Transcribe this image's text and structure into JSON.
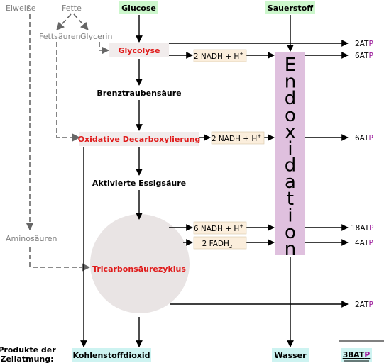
{
  "inputs": {
    "eiweisse": "Eiweiße",
    "fette": "Fette",
    "fettsaeuren": "Fettsäuren",
    "glycerin": "Glycerin",
    "aminosaeuren": "Aminosäuren",
    "glucose": "Glucose",
    "sauerstoff": "Sauerstoff"
  },
  "stages": {
    "glycolyse": "Glycolyse",
    "brenztraubensaeure": "Brenztraubensäure",
    "oxidative_decarboxylierung": "Oxidative Decarboxylierung",
    "aktivierte_essigsaeure": "Aktivierte Essigsäure",
    "tricarbonsaeurezyklus": "Tricarbonsäurezyklus"
  },
  "carriers": {
    "glycolyse_nadh": "2 NADH + H",
    "decarb_nadh": "2 NADH + H",
    "tca_nadh": "6 NADH + H",
    "tca_fadh": "2 FADH",
    "plus_sup": "+",
    "fadh_sub": "2"
  },
  "endoxidation_letters": [
    "E",
    "n",
    "d",
    "o",
    "x",
    "i",
    "d",
    "a",
    "t",
    "i",
    "o",
    "n"
  ],
  "atp": {
    "glycolyse_direct": "2ATP",
    "glycolyse_nadh": "6ATP",
    "decarb": "6ATP",
    "tca_nadh": "18ATP",
    "tca_fadh": "4ATP",
    "tca_direct": "2ATP",
    "total": "38ATP"
  },
  "products": {
    "label_line1": "Produkte der",
    "label_line2": "Zellatmung:",
    "co2": "Kohlenstoffdioxid",
    "water": "Wasser"
  },
  "colors": {
    "green_box": "#ccf7cc",
    "cyan_box": "#cdf3f1",
    "beige_box": "#fbeedc",
    "stage_bg": "#f1ecec",
    "endo_bar": "#dfc0de",
    "circle": "#e9e4e4",
    "stage_text": "#e01b1b",
    "atp_p": "#9b1a9b"
  }
}
